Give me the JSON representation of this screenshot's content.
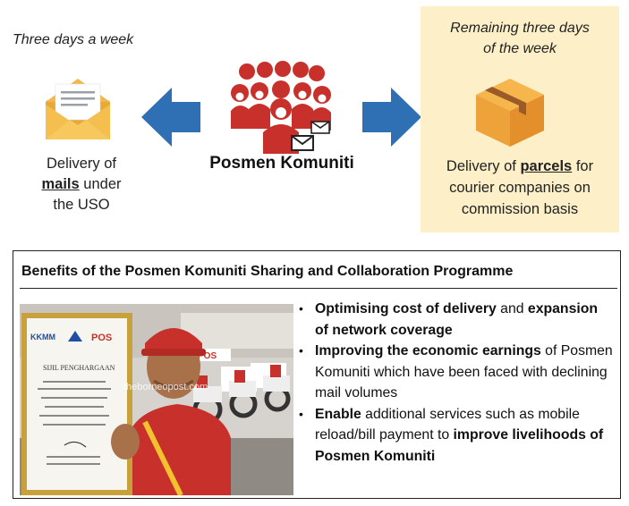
{
  "left": {
    "caption": "Three days a week",
    "desc_line1": "Delivery of",
    "desc_bold": "mails",
    "desc_line2": " under",
    "desc_line3": "the USO",
    "icon": "envelope-letter-icon"
  },
  "center": {
    "title": "Posmen Komuniti",
    "icon": "postmen-group-icon"
  },
  "right": {
    "caption_line1": "Remaining three days",
    "caption_line2": "of the week",
    "desc_line1_prefix": "Delivery of ",
    "desc_bold": "parcels",
    "desc_line1_suffix": " for",
    "desc_line2": "courier companies on",
    "desc_line3": "commission basis",
    "icon": "parcel-box-icon",
    "panel_color": "#fdefc7"
  },
  "arrows": {
    "color": "#2f6fb3"
  },
  "benefits": {
    "title": "Benefits of the Posmen Komuniti Sharing and Collaboration Programme",
    "photo": {
      "certificate_logo1": "KKMM",
      "certificate_logo2": "POS",
      "certificate_title": "SIJIL PENGHARGAAN",
      "watermark": "theborneopost.com",
      "van_logo": "POS"
    },
    "items": [
      {
        "b1": "Optimising cost of delivery",
        "t1": " and ",
        "b2": "expansion of network coverage",
        "t2": ""
      },
      {
        "b1": "Improving the economic earnings",
        "t1": " of Posmen Komuniti which have been faced with declining mail volumes",
        "b2": "",
        "t2": ""
      },
      {
        "b1": "Enable",
        "t1": " additional services such as mobile reload/bill payment to ",
        "b2": "improve livelihoods of Posmen Komuniti",
        "t2": ""
      }
    ]
  }
}
